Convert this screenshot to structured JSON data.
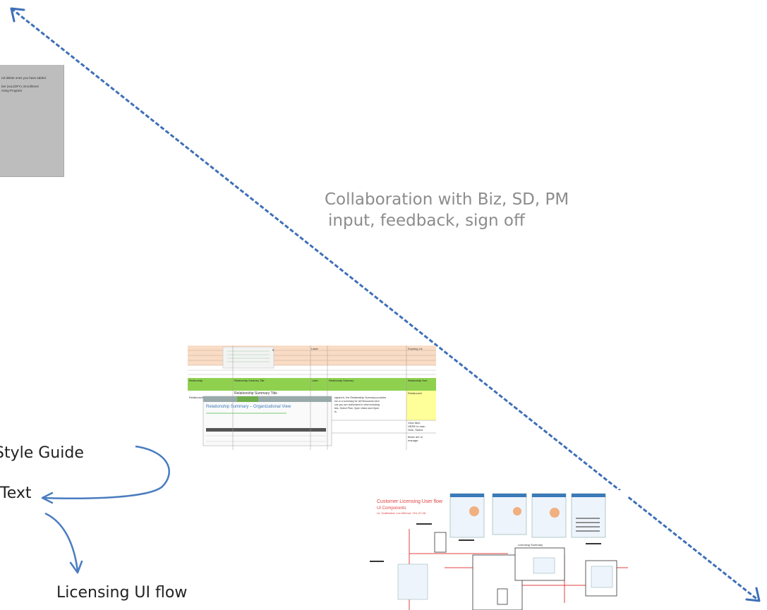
{
  "collaboration": {
    "line1": "Collaboration with Biz, SD, PM",
    "line2": "input, feedback, sign off"
  },
  "labels": {
    "style_guide": "Style Guide",
    "text": "Text",
    "licensing_flow": "Licensing UI flow"
  },
  "doc_thumb": {
    "line1": "nd delete ones you have added.",
    "line2": "ber (xxLZ3FY), Enrollment",
    "line3": "nsing Program"
  },
  "sheet_thumb": {
    "header_col": "Label",
    "header_col2": "Expiring Lic",
    "row_header1": "Relationship",
    "row_header2": "Relationship Summary Title",
    "row_header3": "Label",
    "row_header4": "Relationship Summary",
    "row_header5": "Relationship Sum",
    "title_cell": "Relationship Summary Title",
    "left_cell": "Relationshi",
    "screenshot_title": "Relationship Summary – Organizational View",
    "right_text1": "signed in, the Relationship Summary provides",
    "right_text2": "ew or a summary for all Resources here",
    "right_text3": "ces you are authorized to view including",
    "right_text4": "ties, Select Plan, Open Value and Open",
    "right_text5": "ts.",
    "side1": "Relationshi",
    "side2": "View Item",
    "side3": "HERE to man",
    "side4": "Sele, Select",
    "side5": "these are m",
    "side6": "manage"
  },
  "flow_thumb": {
    "title": "Customer Licensing User flow",
    "subtitle": "UI Components",
    "subtitle2": "UI, Scaffolded, Les Method, V01-07-08",
    "box_label": "Licensing Summary"
  },
  "colors": {
    "arrow_blue": "#3d6fb8",
    "curve_blue": "#4a7cc0",
    "collab_grey": "#8c8c8c",
    "sheet_green": "#8fd14f",
    "sheet_peach": "#f9dcc6",
    "sheet_yellow": "#ffff99",
    "flow_red": "#e04040"
  }
}
